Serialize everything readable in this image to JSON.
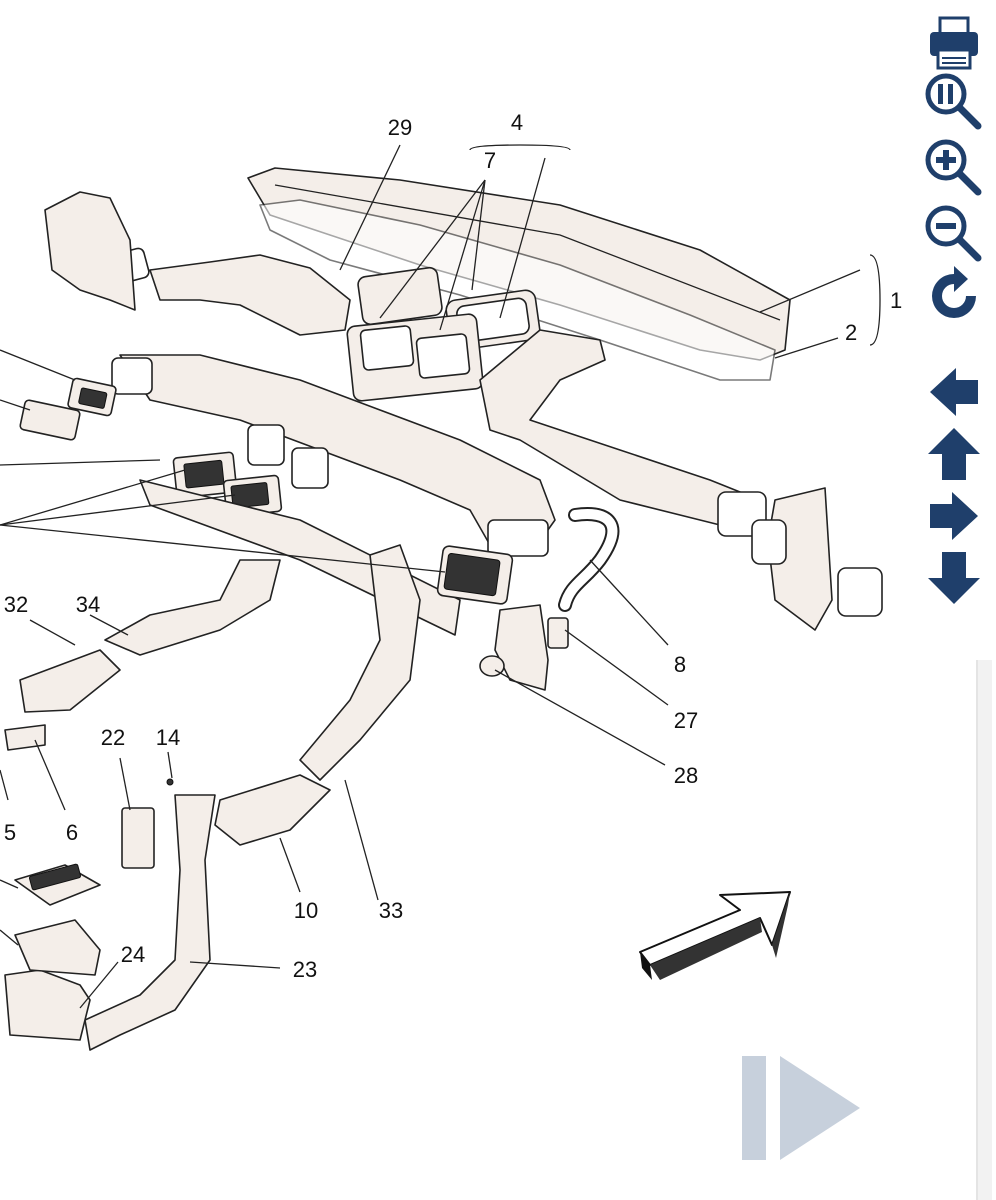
{
  "diagram": {
    "callouts": {
      "c1": "1",
      "c2": "2",
      "c4": "4",
      "c5": "5",
      "c6": "6",
      "c7": "7",
      "c8": "8",
      "c10": "10",
      "c14": "14",
      "c22": "22",
      "c23": "23",
      "c24": "24",
      "c27": "27",
      "c28": "28",
      "c29": "29",
      "c32": "32",
      "c33": "33",
      "c34": "34"
    }
  },
  "toolbar": {
    "items": [
      {
        "name": "print",
        "icon": "printer-icon"
      },
      {
        "name": "zoom-fit",
        "icon": "zoom-fit-icon"
      },
      {
        "name": "zoom-in",
        "icon": "zoom-in-icon"
      },
      {
        "name": "zoom-out",
        "icon": "zoom-out-icon"
      },
      {
        "name": "rotate",
        "icon": "rotate-icon"
      },
      {
        "name": "pan-left",
        "icon": "arrow-left-icon"
      },
      {
        "name": "pan-up",
        "icon": "arrow-up-icon"
      },
      {
        "name": "pan-right",
        "icon": "arrow-right-icon"
      },
      {
        "name": "pan-down",
        "icon": "arrow-down-icon"
      }
    ],
    "icon_color": "#1f3f6b"
  },
  "navigation": {
    "next_icon": "next-page-icon",
    "next_color": "#c7d0dc"
  }
}
